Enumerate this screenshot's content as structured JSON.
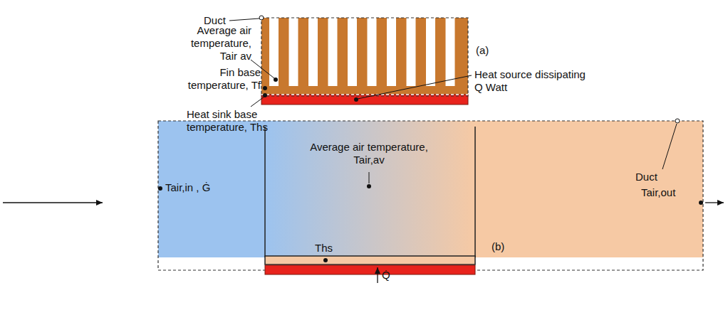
{
  "diagram": {
    "labels": [
      "Duct",
      "Average air temperature, Tair av",
      "Fin base temperature, Tf",
      "Heat sink base temperature, Ths",
      "Heat source dissipating Q Watt",
      "(a)",
      "Tair,in , Ġ",
      "Average air temperature, Tair,av",
      "Duct",
      "Tair,out",
      "Ths",
      "Q̇",
      "(b)"
    ]
  }
}
